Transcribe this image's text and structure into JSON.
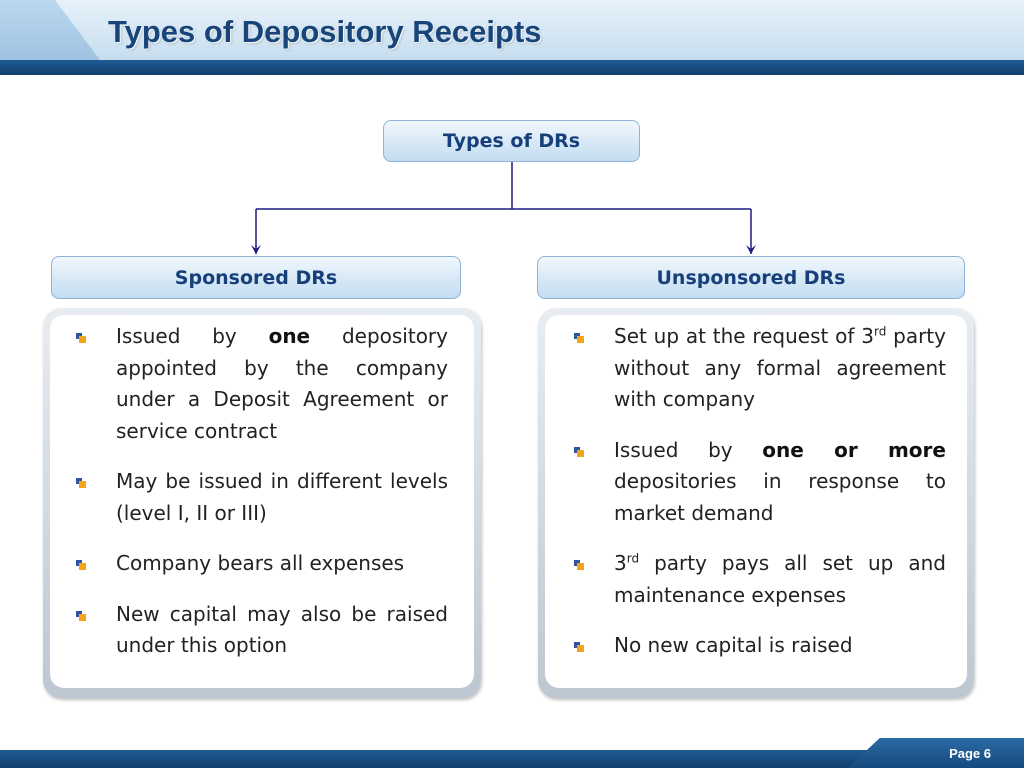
{
  "header": {
    "title": "Types of Depository Receipts"
  },
  "diagram": {
    "root": "Types of DRs",
    "sponsored": {
      "label": "Sponsored DRs",
      "items": [
        {
          "p1": "Issued by ",
          "bold": "one",
          "p2": " depository appointed by the company under a Deposit Agreement or service contract"
        },
        {
          "text": "May be issued in different levels (level I, II or III)"
        },
        {
          "text": "Company bears all expenses"
        },
        {
          "text": "New capital may also be raised under this option"
        }
      ]
    },
    "unsponsored": {
      "label": "Unsponsored DRs",
      "items": [
        {
          "p1": "Set up at the request of 3",
          "sup": "rd",
          "p2": " party without any formal agreement with company"
        },
        {
          "p1": "Issued by ",
          "bold": "one or more",
          "p2": " depositories in response to market demand"
        },
        {
          "p1": "3",
          "sup": "rd",
          "p2": " party pays all set up and maintenance expenses"
        },
        {
          "text": "No new capital is raised"
        }
      ]
    }
  },
  "footer": {
    "page": "Page 6"
  },
  "colors": {
    "header_bar": "#1f5c94",
    "title": "#17457a",
    "connector": "#1a1a80",
    "bullet_blue": "#2f54a0",
    "bullet_orange": "#f4a31c"
  }
}
